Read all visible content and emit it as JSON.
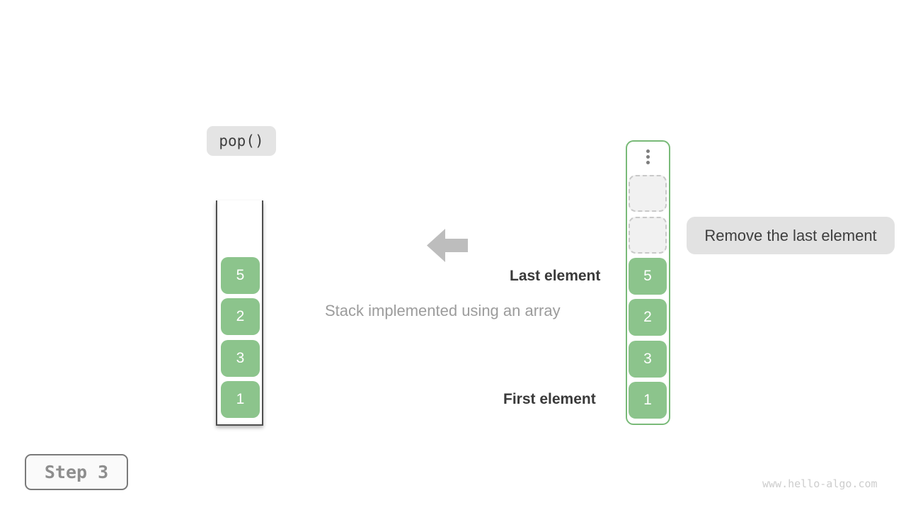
{
  "operation_label": {
    "text": "pop()"
  },
  "annotations": {
    "remove_note": "Remove the last element",
    "last_element": "Last element",
    "first_element": "First element"
  },
  "caption": {
    "text": "Stack implemented using an array"
  },
  "stack_view": {
    "description": "open-top stack container, items top to bottom",
    "items": [
      "5",
      "2",
      "3",
      "1"
    ]
  },
  "array_view": {
    "description": "green bordered array container, items top to bottom",
    "empty_slot_count": 2,
    "items": [
      "5",
      "2",
      "3",
      "1"
    ]
  },
  "step_badge": {
    "text": "Step 3"
  },
  "watermark": {
    "text": "www.hello-algo.com"
  },
  "icons": {
    "arrow_left": "left-block-arrow",
    "ellipsis_vertical": "vertical-dots"
  },
  "colors": {
    "element_green": "#8cc48c",
    "array_border_green": "#79ba78",
    "label_gray_bg": "#e4e4e4",
    "empty_slot_bg": "#f1f1f1",
    "empty_slot_border": "#c9c9c9",
    "arrow_gray": "#bdbdbd",
    "dark_text": "#3a3a3a",
    "muted_text": "#9c9c9c",
    "stack_outline": "#4f4f4f",
    "step_text": "#8e8e8e",
    "watermark_text": "#cdcdcd"
  }
}
